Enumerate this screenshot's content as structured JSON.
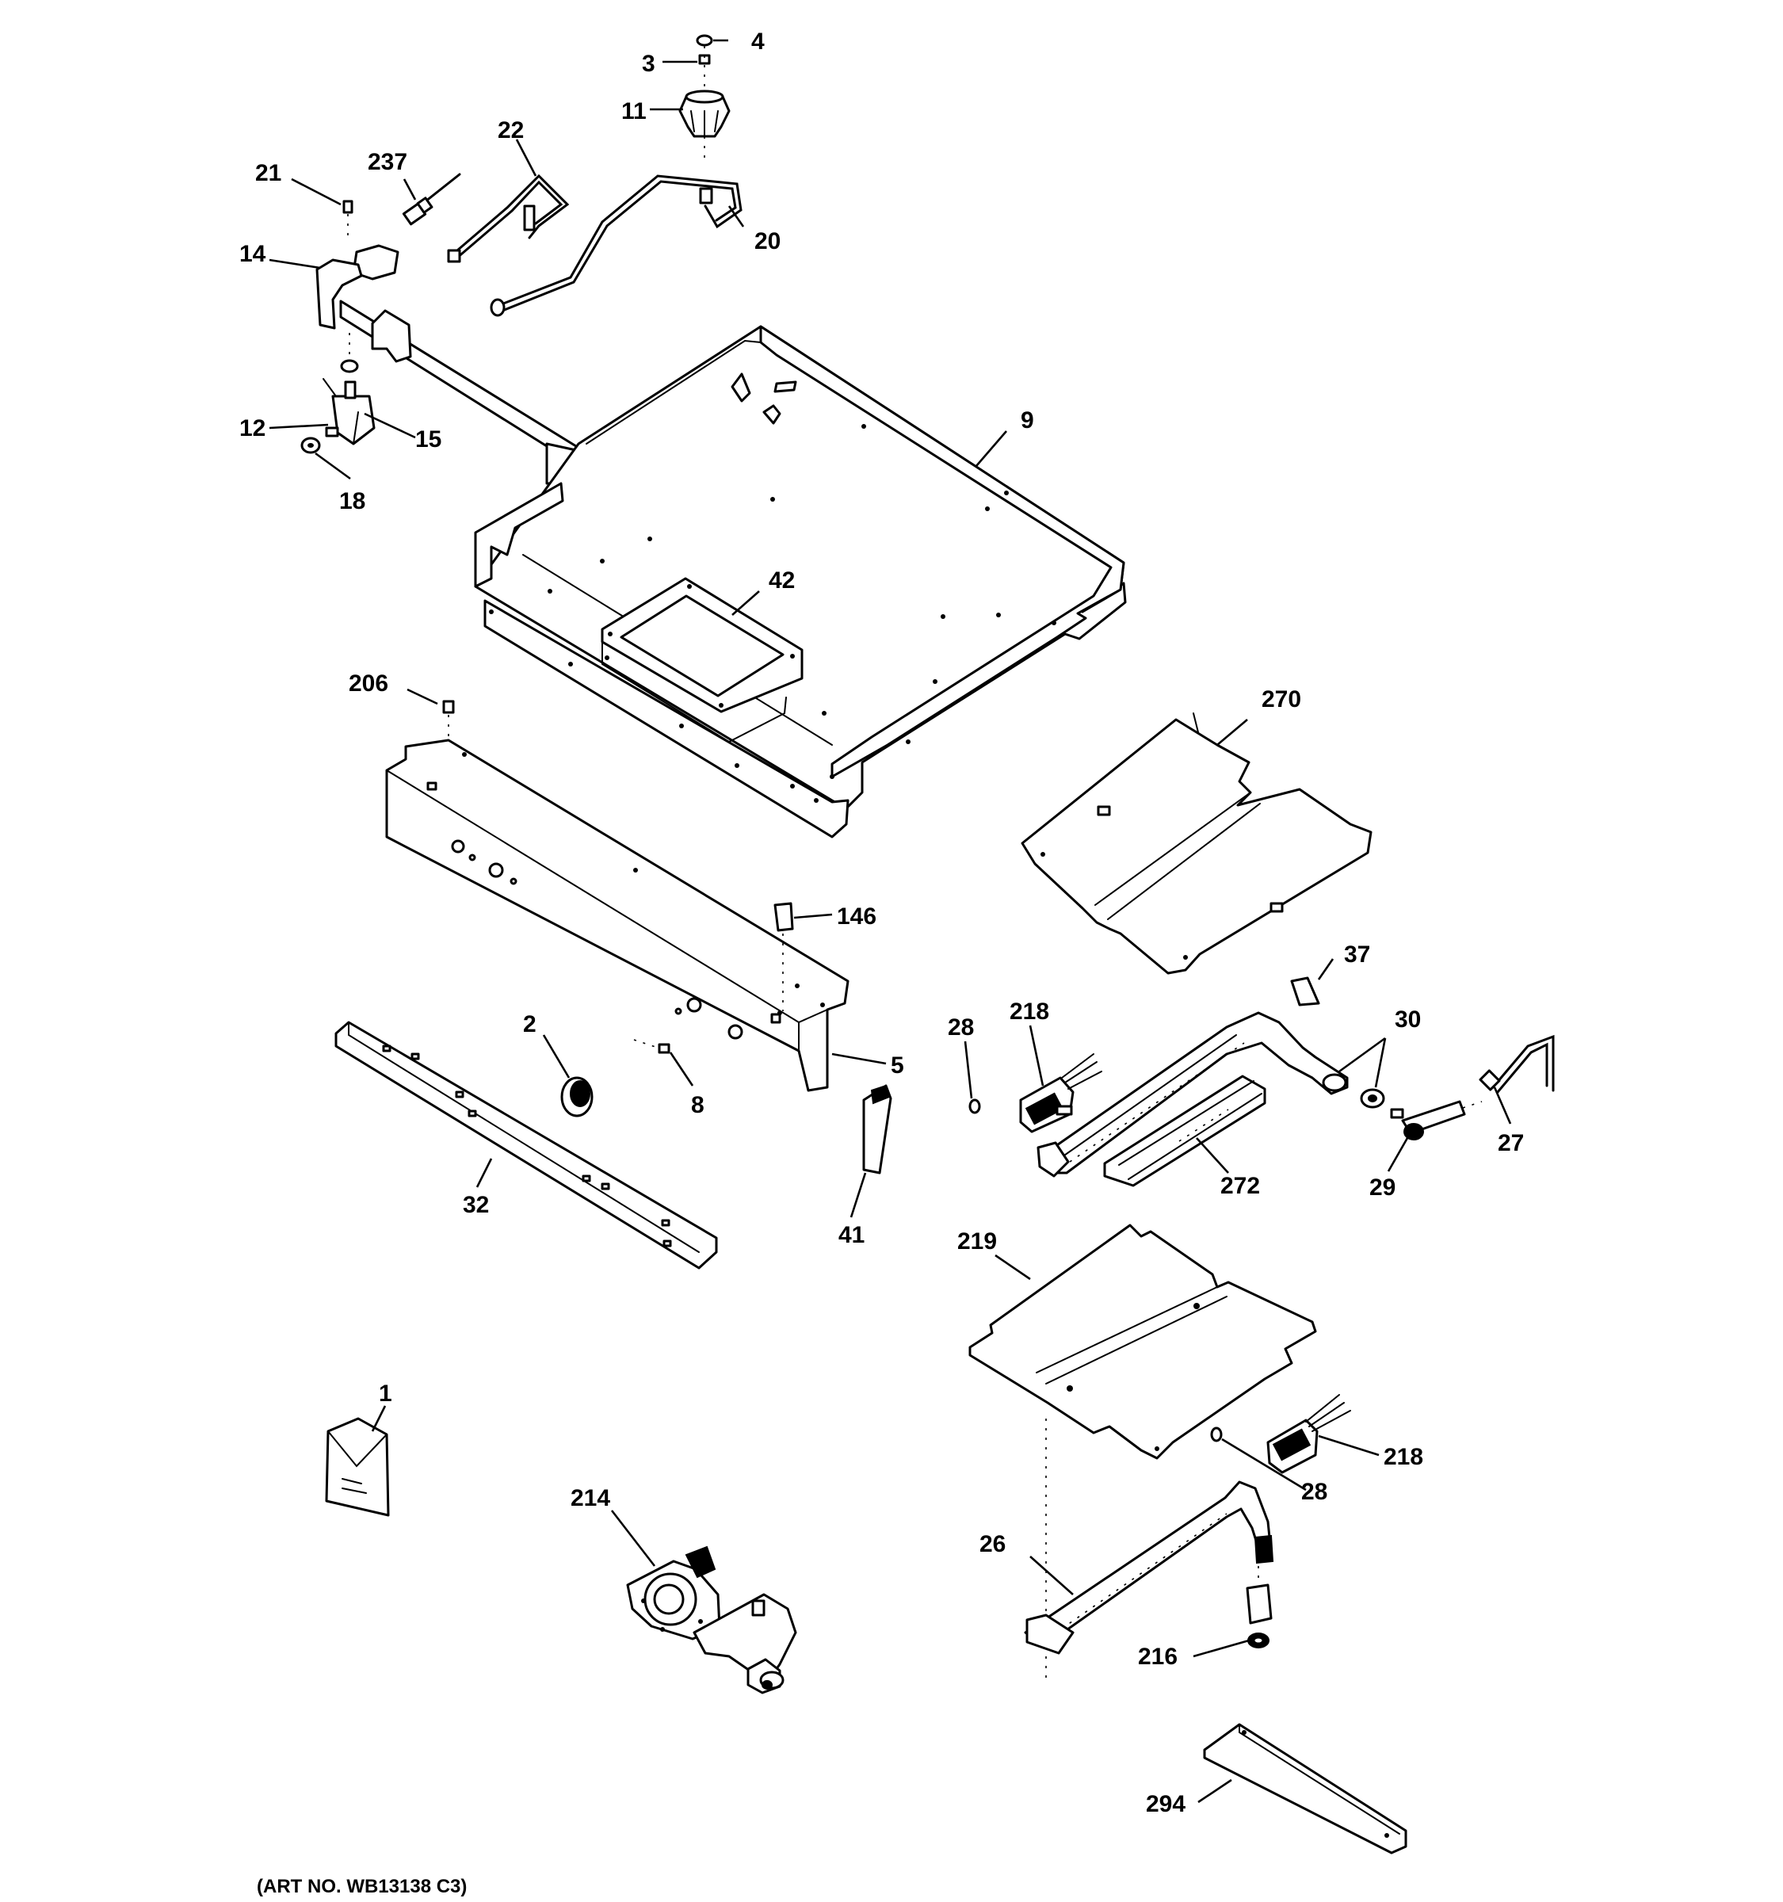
{
  "figure": {
    "art_number": "(ART NO. WB13138 C3)",
    "colors": {
      "line": "#000000",
      "background": "#ffffff"
    }
  },
  "callouts": [
    {
      "id": "c-4",
      "label": "4"
    },
    {
      "id": "c-3",
      "label": "3"
    },
    {
      "id": "c-11",
      "label": "11"
    },
    {
      "id": "c-22",
      "label": "22"
    },
    {
      "id": "c-237",
      "label": "237"
    },
    {
      "id": "c-21",
      "label": "21"
    },
    {
      "id": "c-20",
      "label": "20"
    },
    {
      "id": "c-14",
      "label": "14"
    },
    {
      "id": "c-9",
      "label": "9"
    },
    {
      "id": "c-12",
      "label": "12"
    },
    {
      "id": "c-15",
      "label": "15"
    },
    {
      "id": "c-18",
      "label": "18"
    },
    {
      "id": "c-42",
      "label": "42"
    },
    {
      "id": "c-206",
      "label": "206"
    },
    {
      "id": "c-270",
      "label": "270"
    },
    {
      "id": "c-146",
      "label": "146"
    },
    {
      "id": "c-37",
      "label": "37"
    },
    {
      "id": "c-218a",
      "label": "218"
    },
    {
      "id": "c-2",
      "label": "2"
    },
    {
      "id": "c-28a",
      "label": "28"
    },
    {
      "id": "c-30",
      "label": "30"
    },
    {
      "id": "c-5",
      "label": "5"
    },
    {
      "id": "c-8",
      "label": "8"
    },
    {
      "id": "c-27",
      "label": "27"
    },
    {
      "id": "c-272",
      "label": "272"
    },
    {
      "id": "c-29",
      "label": "29"
    },
    {
      "id": "c-32",
      "label": "32"
    },
    {
      "id": "c-41",
      "label": "41"
    },
    {
      "id": "c-219",
      "label": "219"
    },
    {
      "id": "c-1",
      "label": "1"
    },
    {
      "id": "c-218b",
      "label": "218"
    },
    {
      "id": "c-214",
      "label": "214"
    },
    {
      "id": "c-28b",
      "label": "28"
    },
    {
      "id": "c-26",
      "label": "26"
    },
    {
      "id": "c-216",
      "label": "216"
    },
    {
      "id": "c-294",
      "label": "294"
    }
  ]
}
